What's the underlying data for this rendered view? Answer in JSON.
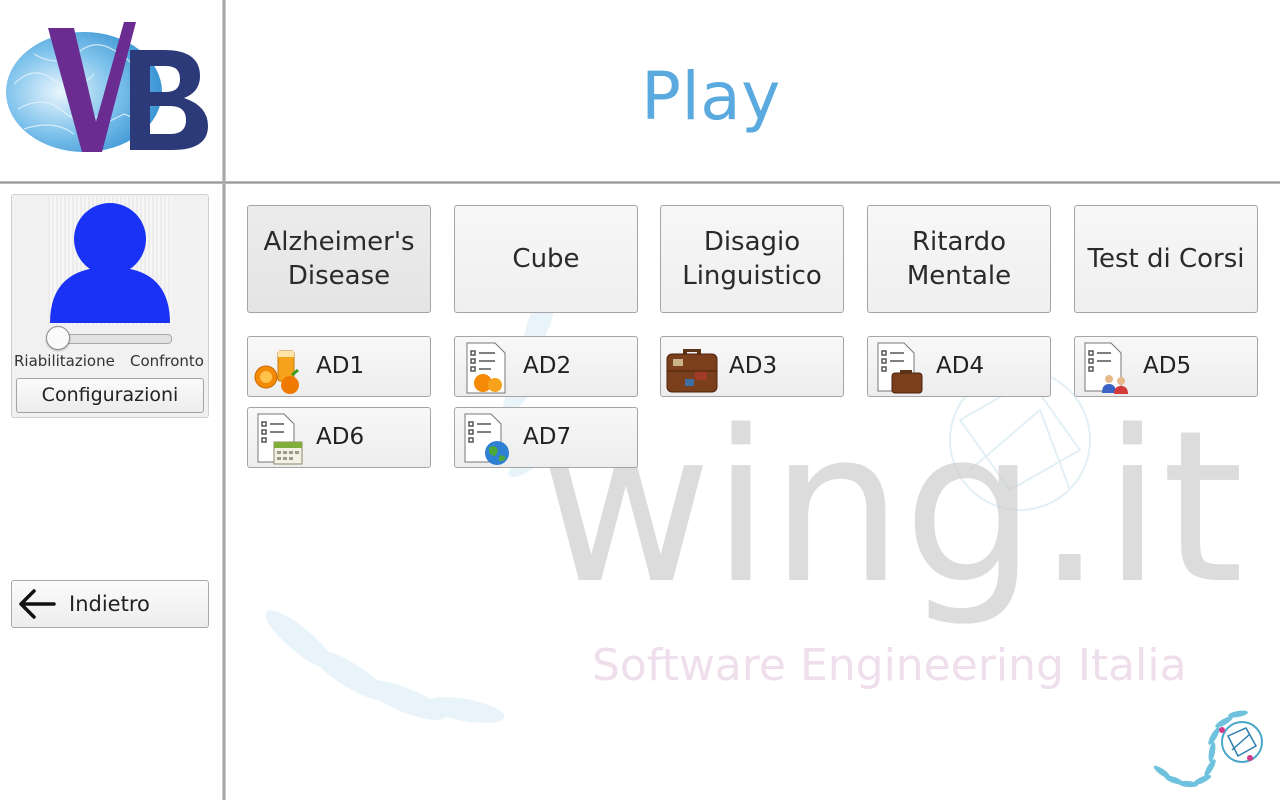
{
  "header": {
    "title": "Play"
  },
  "profile": {
    "slider": {
      "left_label": "Riabilitazione",
      "right_label": "Confronto",
      "value": 0
    },
    "config_label": "Configurazioni"
  },
  "nav": {
    "back_label": "Indietro"
  },
  "categories": [
    {
      "label": "Alzheimer's Disease",
      "selected": true
    },
    {
      "label": "Cube"
    },
    {
      "label": "Disagio Linguistico"
    },
    {
      "label": "Ritardo Mentale"
    },
    {
      "label": "Test di Corsi"
    }
  ],
  "tests": [
    {
      "label": "AD1",
      "icon": "orange-juice-icon"
    },
    {
      "label": "AD2",
      "icon": "checklist-orange-icon"
    },
    {
      "label": "AD3",
      "icon": "suitcase-icon"
    },
    {
      "label": "AD4",
      "icon": "checklist-suitcase-icon"
    },
    {
      "label": "AD5",
      "icon": "checklist-people-icon"
    },
    {
      "label": "AD6",
      "icon": "checklist-calendar-icon"
    },
    {
      "label": "AD7",
      "icon": "checklist-globe-icon"
    }
  ],
  "watermark": {
    "brand": "wing.it",
    "tagline": "Software Engineering Italia"
  },
  "colors": {
    "title": "#5aa9df",
    "avatar": "#1a32f5",
    "logo_purple": "#6a2c91",
    "logo_navy": "#2d3a7a"
  }
}
